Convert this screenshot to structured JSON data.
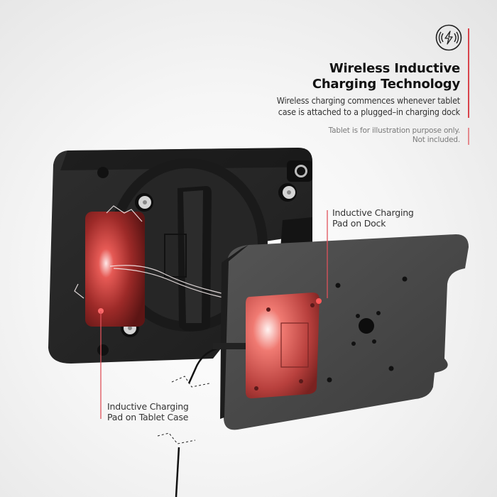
{
  "header": {
    "icon": "wireless-charging-icon",
    "title_line1": "Wireless Inductive",
    "title_line2": "Charging Technology",
    "description_line1": "Wireless charging commences whenever tablet",
    "description_line2": "case is attached to a plugged–in charging dock",
    "note_line1": "Tablet is for illustration purpose only.",
    "note_line2": "Not included."
  },
  "callouts": {
    "dock_line1": "Inductive Charging",
    "dock_line2": "Pad on Dock",
    "case_line1": "Inductive Charging",
    "case_line2": "Pad on Tablet Case"
  },
  "colors": {
    "accent_red": "#d9434b",
    "pad_red": "#a8302f",
    "case_black": "#222222",
    "dock_gray": "#4a4a4a",
    "background": "#f2f2f2"
  }
}
